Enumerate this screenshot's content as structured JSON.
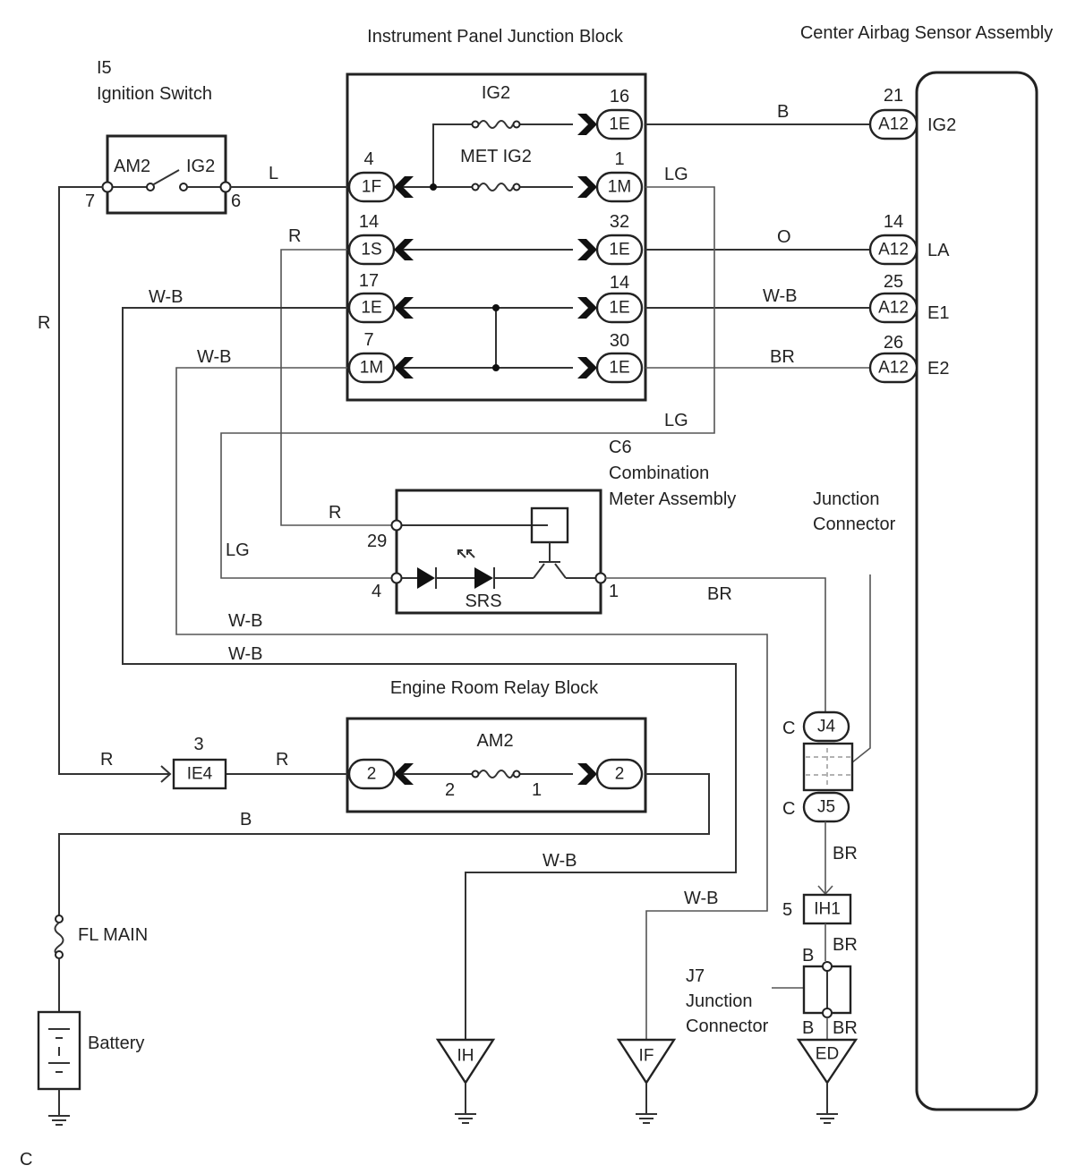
{
  "titles": {
    "ipjb": "Instrument Panel Junction Block",
    "airbag": "Center Airbag Sensor Assembly",
    "ign_code": "I5",
    "ign_name": "Ignition Switch",
    "meter_code": "C6",
    "meter_name1": "Combination",
    "meter_name2": "Meter Assembly",
    "jc_name1": "Junction",
    "jc_name2": "Connector",
    "errb": "Engine Room Relay Block",
    "j7_code": "J7",
    "j7_name1": "Junction",
    "j7_name2": "Connector",
    "battery": "Battery",
    "fl_main": "FL MAIN",
    "corner": "C"
  },
  "ignition_switch": {
    "t1": "AM2",
    "t2": "IG2",
    "pin_left": "7",
    "pin_right": "6"
  },
  "ipjb": {
    "fuse_ig2": "IG2",
    "fuse_met": "MET IG2",
    "left_pins": [
      {
        "num": "4",
        "label": "1F"
      },
      {
        "num": "14",
        "label": "1S"
      },
      {
        "num": "17",
        "label": "1E"
      },
      {
        "num": "7",
        "label": "1M"
      }
    ],
    "right_pins": [
      {
        "num": "16",
        "label": "1E"
      },
      {
        "num": "1",
        "label": "1M"
      },
      {
        "num": "32",
        "label": "1E"
      },
      {
        "num": "14",
        "label": "1E"
      },
      {
        "num": "30",
        "label": "1E"
      }
    ]
  },
  "airbag_pins": [
    {
      "num": "21",
      "label": "A12",
      "name": "IG2"
    },
    {
      "num": "14",
      "label": "A12",
      "name": "LA"
    },
    {
      "num": "25",
      "label": "A12",
      "name": "E1"
    },
    {
      "num": "26",
      "label": "A12",
      "name": "E2"
    }
  ],
  "wire_colors": {
    "L": "L",
    "R": "R",
    "LG": "LG",
    "B": "B",
    "O": "O",
    "WB": "W-B",
    "BR": "BR"
  },
  "meter": {
    "pin_r": "29",
    "pin_lg": "4",
    "pin_br": "1",
    "lamp": "SRS"
  },
  "junction": {
    "j4": "J4",
    "j5": "J5",
    "c": "C",
    "ih1": "IH1",
    "ih1_pin": "5",
    "b": "B",
    "br": "BR"
  },
  "errb": {
    "fuse": "AM2",
    "pin_l": "2",
    "pin_r": "2",
    "fuse_pin_l": "2",
    "fuse_pin_r": "1"
  },
  "ie4": {
    "label": "IE4",
    "num": "3"
  },
  "grounds": [
    "IH",
    "IF",
    "ED"
  ]
}
